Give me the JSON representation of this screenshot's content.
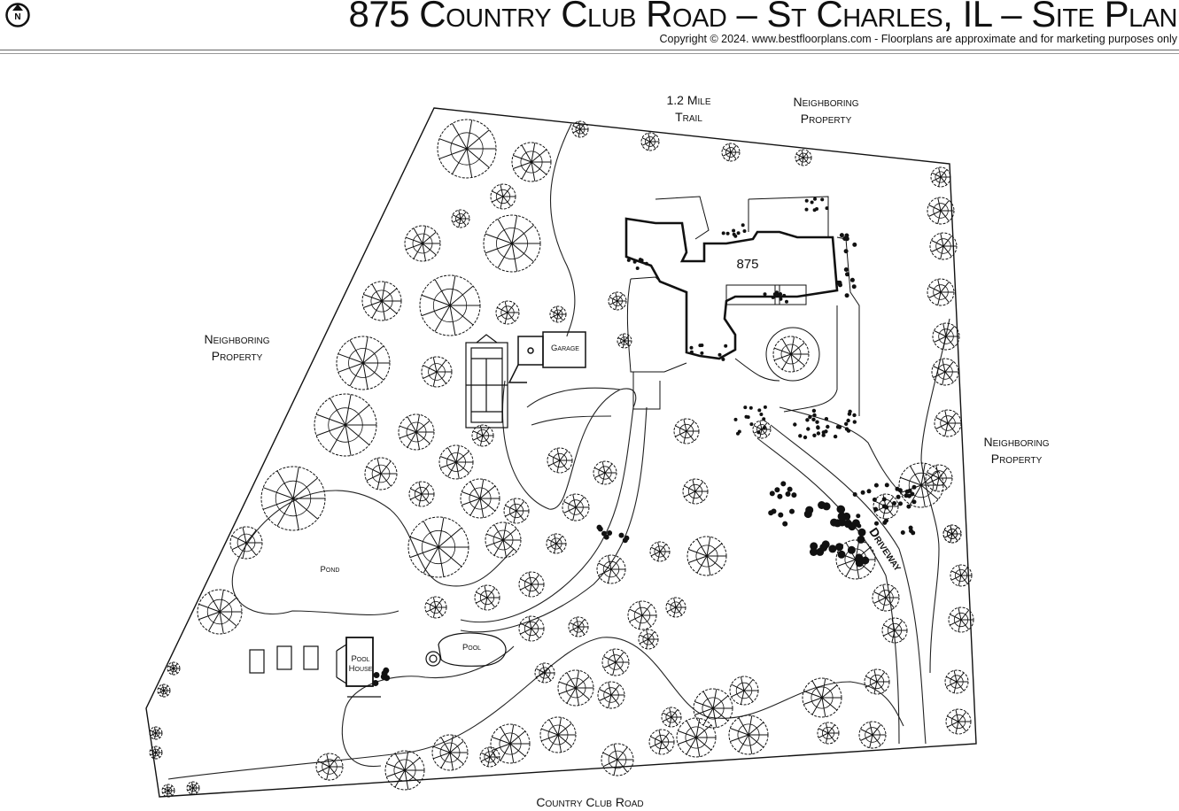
{
  "header": {
    "title": "875 Country Club Road – St Charles, IL – Site Plan",
    "copyright": "Copyright © 2024. www.bestfloorplans.com - Floorplans are approximate and for marketing purposes only",
    "north_letter": "N"
  },
  "labels": {
    "trail": [
      "1.2 Mile",
      "Trail"
    ],
    "neighbor_north": [
      "Neighboring",
      "Property"
    ],
    "neighbor_west": [
      "Neighboring",
      "Property"
    ],
    "neighbor_east": [
      "Neighboring",
      "Property"
    ],
    "house_number": "875",
    "garage": "Garage",
    "pond": "Pond",
    "pool": "Pool",
    "pool_house": [
      "Pool",
      "House"
    ],
    "driveway": "Driveway",
    "road": "Country Club Road"
  },
  "colors": {
    "ink": "#111111",
    "background": "#ffffff"
  }
}
